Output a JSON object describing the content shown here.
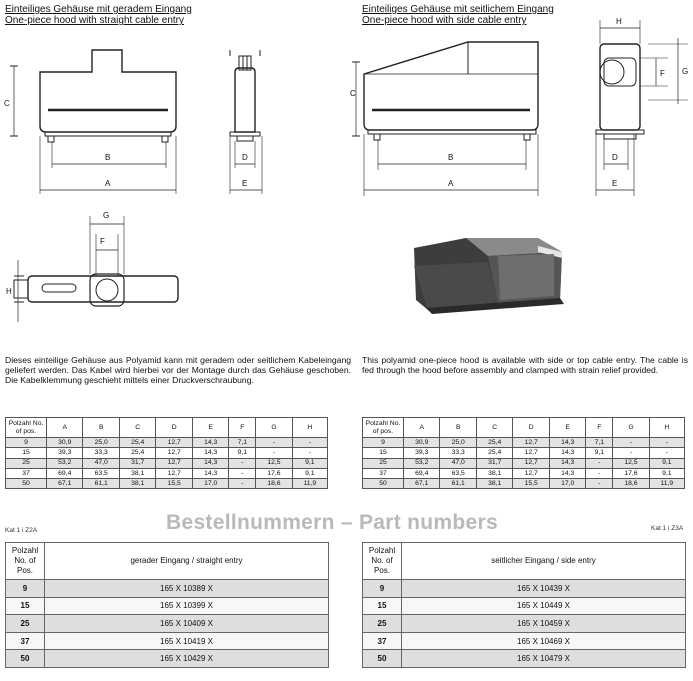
{
  "left": {
    "heading_de": "Einteiliges Gehäuse mit geradem Eingang",
    "heading_en": "One-piece hood with straight cable entry",
    "description": "Dieses einteilige Gehäuse aus Polyamid kann mit geradem oder seitlichem Kabeleingang geliefert werden. Das Kabel wird hierbei vor der Montage durch das Gehäuse geschoben. Die Kabelklemmung geschieht mittels einer Druckverschraubung."
  },
  "right": {
    "heading_de": "Einteiliges Gehäuse mit seitlichem Eingang",
    "heading_en": "One-piece hood with side cable entry",
    "description": "This polyamid one-piece hood is available with side or top cable entry. The cable is fed through the hood before assembly and clamped with strain relief provided."
  },
  "dim_labels": {
    "a": "A",
    "b": "B",
    "c": "C",
    "d": "D",
    "e": "E",
    "f": "F",
    "g": "G",
    "h": "H"
  },
  "dimension_table": {
    "header_pos": "Polzahl No. of pos.",
    "columns": [
      "A",
      "B",
      "C",
      "D",
      "E",
      "F",
      "G",
      "H"
    ],
    "rows": [
      [
        "9",
        "30,9",
        "25,0",
        "25,4",
        "12,7",
        "14,3",
        "7,1",
        "-",
        "-"
      ],
      [
        "15",
        "39,3",
        "33,3",
        "25,4",
        "12,7",
        "14,3",
        "9,1",
        "-",
        "-"
      ],
      [
        "25",
        "53,2",
        "47,0",
        "31,7",
        "12,7",
        "14,3",
        "-",
        "12,5",
        "9,1"
      ],
      [
        "37",
        "69,4",
        "63,5",
        "38,1",
        "12,7",
        "14,3",
        "-",
        "17,6",
        "9,1"
      ],
      [
        "50",
        "67,1",
        "61,1",
        "38,1",
        "15,5",
        "17,0",
        "-",
        "18,6",
        "11,9"
      ]
    ]
  },
  "part_numbers": {
    "title": "Bestellnummern  –  Part numbers",
    "kat_left": "Kat 1 i Z2A",
    "kat_right": "Kat 1 i Z3A",
    "header_pos_lines": [
      "Polzahl",
      "No. of",
      "Pos."
    ],
    "left_header": "gerader Eingang / straight entry",
    "right_header": "seitlicher Eingang / side entry",
    "left_rows": [
      [
        "9",
        "165 X 10389 X"
      ],
      [
        "15",
        "165 X 10399 X"
      ],
      [
        "25",
        "165 X 10409 X"
      ],
      [
        "37",
        "165 X 10419 X"
      ],
      [
        "50",
        "165 X 10429 X"
      ]
    ],
    "right_rows": [
      [
        "9",
        "165 X 10439 X"
      ],
      [
        "15",
        "165 X 10449 X"
      ],
      [
        "25",
        "165 X 10459 X"
      ],
      [
        "37",
        "165 X 10469 X"
      ],
      [
        "50",
        "165 X 10479 X"
      ]
    ]
  }
}
